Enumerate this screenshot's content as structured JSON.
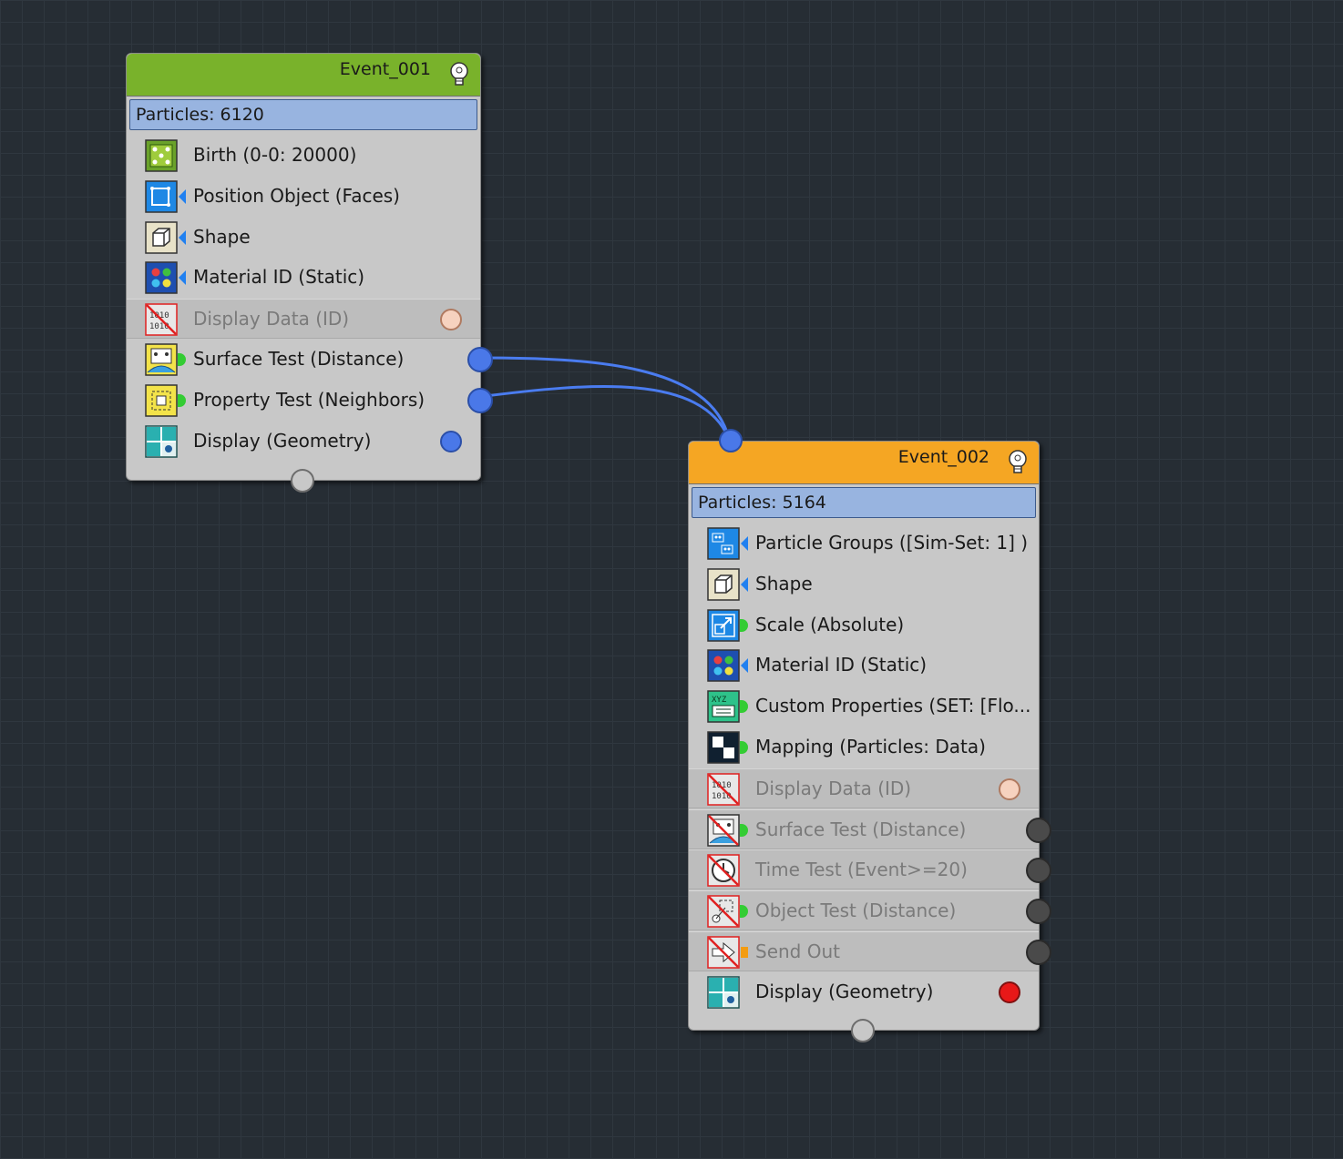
{
  "events": [
    {
      "title": "Event_001",
      "header_color": "#79b22b",
      "particles_label": "Particles: 6120",
      "operators": [
        {
          "label": "Birth (0-0: 20000)",
          "icon": "birth-icon",
          "disabled": false,
          "port": "none"
        },
        {
          "label": "Position Object (Faces)",
          "icon": "position-object-icon",
          "disabled": false,
          "port": "none"
        },
        {
          "label": "Shape",
          "icon": "shape-icon",
          "disabled": false,
          "port": "none"
        },
        {
          "label": "Material ID (Static)",
          "icon": "material-id-icon",
          "disabled": false,
          "port": "none"
        },
        {
          "label": "Display Data (ID)",
          "icon": "display-data-icon",
          "disabled": true,
          "port": "peach"
        },
        {
          "label": "Surface Test (Distance)",
          "icon": "surface-test-icon",
          "disabled": false,
          "port": "blue-output"
        },
        {
          "label": "Property Test (Neighbors)",
          "icon": "property-test-icon",
          "disabled": false,
          "port": "blue-output"
        },
        {
          "label": "Display (Geometry)",
          "icon": "display-geometry-icon",
          "disabled": false,
          "port": "blue"
        }
      ]
    },
    {
      "title": "Event_002",
      "header_color": "#f5a623",
      "particles_label": "Particles: 5164",
      "operators": [
        {
          "label": "Particle Groups ([Sim-Set: 1] )",
          "icon": "particle-groups-icon",
          "disabled": false,
          "port": "none"
        },
        {
          "label": "Shape",
          "icon": "shape-icon",
          "disabled": false,
          "port": "none"
        },
        {
          "label": "Scale (Absolute)",
          "icon": "scale-icon",
          "disabled": false,
          "port": "none"
        },
        {
          "label": "Material ID (Static)",
          "icon": "material-id-icon",
          "disabled": false,
          "port": "none"
        },
        {
          "label": "Custom Properties (SET: [Flo...",
          "icon": "custom-properties-icon",
          "disabled": false,
          "port": "none"
        },
        {
          "label": "Mapping (Particles: Data)",
          "icon": "mapping-icon",
          "disabled": false,
          "port": "none"
        },
        {
          "label": "Display Data (ID)",
          "icon": "display-data-icon",
          "disabled": true,
          "port": "peach"
        },
        {
          "label": "Surface Test (Distance)",
          "icon": "surface-test-icon",
          "disabled": true,
          "port": "dark-output"
        },
        {
          "label": "Time Test (Event>=20)",
          "icon": "time-test-icon",
          "disabled": true,
          "port": "dark-output"
        },
        {
          "label": "Object Test (Distance)",
          "icon": "object-test-icon",
          "disabled": true,
          "port": "dark-output"
        },
        {
          "label": "Send Out",
          "icon": "send-out-icon",
          "disabled": true,
          "port": "dark-output"
        },
        {
          "label": "Display (Geometry)",
          "icon": "display-geometry-icon",
          "disabled": false,
          "port": "red"
        }
      ]
    }
  ],
  "colors": {
    "wire": "#4a7cf0",
    "port_blue": "#4a78e8",
    "port_peach": "#f6d2bf",
    "port_dark": "#4a4a4a",
    "port_red": "#e81818"
  }
}
